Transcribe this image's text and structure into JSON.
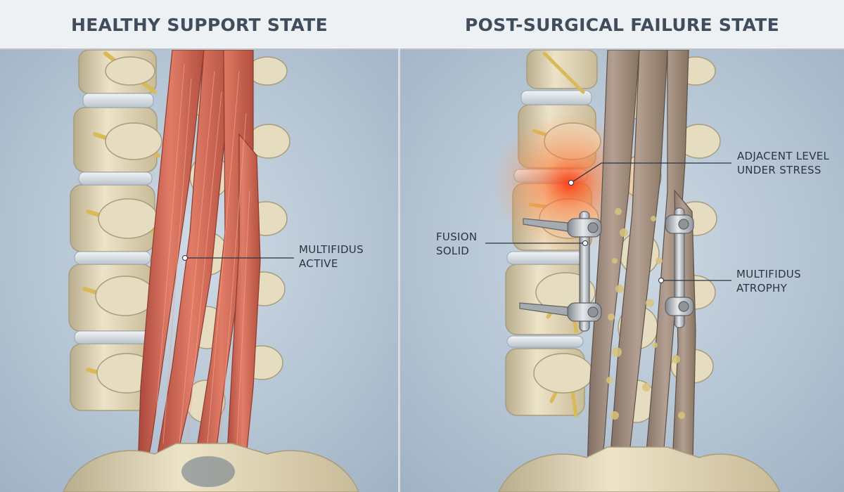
{
  "panels": {
    "left": {
      "title": "HEALTHY SUPPORT STATE"
    },
    "right": {
      "title": "POST-SURGICAL FAILURE STATE"
    }
  },
  "callouts": {
    "multifidus_active": "MULTIFIDUS\nACTIVE",
    "adjacent_level": "ADJACENT LEVEL\nUNDER STRESS",
    "fusion_solid": "FUSION\nSOLID",
    "multifidus_atrophy": "MULTIFIDUS\nATROPHY"
  },
  "colors": {
    "background": "#b9c8d6",
    "bone": "#e2d6b8",
    "healthy_muscle": "#d06a55",
    "atrophied_muscle": "#a08d7e",
    "fat_deposit": "#d9c47a",
    "hardware": "#b8bcc0",
    "stress_glow": "#ff6a2a",
    "title_text": "#3f4d5d"
  }
}
